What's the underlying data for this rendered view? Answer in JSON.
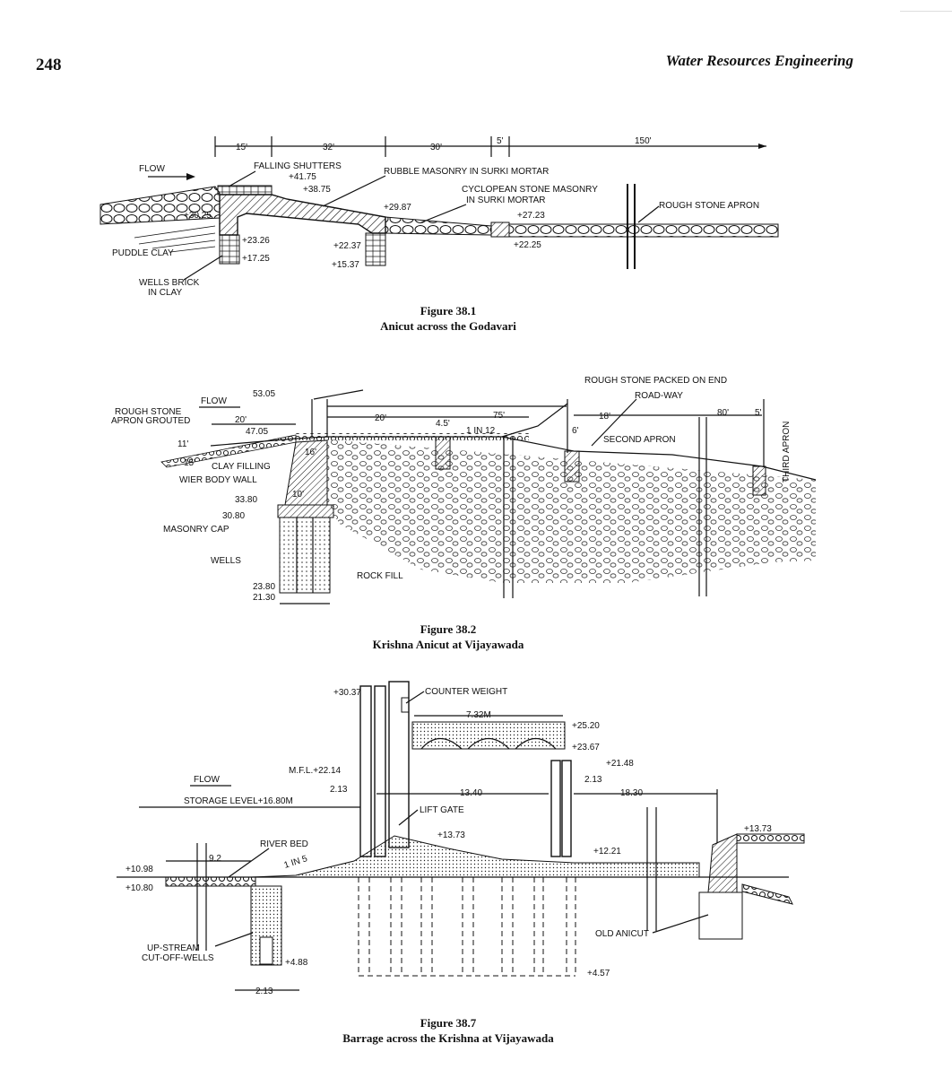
{
  "page": {
    "number": "248",
    "running_title": "Water Resources Engineering"
  },
  "fig1": {
    "caption_number": "Figure 38.1",
    "caption_title": "Anicut across the Godavari",
    "dimensions": [
      "15'",
      "32'",
      "30'",
      "5'",
      "150'"
    ],
    "labels": {
      "flow": "FLOW",
      "falling_shutters": "FALLING SHUTTERS",
      "rubble": "RUBBLE MASONRY IN SURKI MORTAR",
      "cyclopean_1": "CYCLOPEAN STONE MASONRY",
      "cyclopean_2": "IN SURKI MORTAR",
      "rough_apron": "ROUGH STONE APRON",
      "puddle_clay": "PUDDLE CLAY",
      "wells_1": "WELLS BRICK",
      "wells_2": "IN CLAY"
    },
    "levels": [
      "+41.75",
      "+38.75",
      "+30.25",
      "+23.26",
      "+17.25",
      "+29.87",
      "+22.37",
      "+15.37",
      "+27.23",
      "+22.25"
    ]
  },
  "fig2": {
    "caption_number": "Figure 38.2",
    "caption_title": "Krishna Anicut at Vijayawada",
    "dimensions": [
      "20'",
      "20'",
      "4.5'",
      "75'",
      "18'",
      "6'",
      "80'",
      "5'",
      "11'",
      "15'",
      "10'",
      "16'"
    ],
    "labels": {
      "rough_packed": "ROUGH STONE PACKED ON END",
      "road_way": "ROAD-WAY",
      "flow": "FLOW",
      "rough_grouted_1": "ROUGH STONE",
      "rough_grouted_2": "APRON GROUTED",
      "slope": "1 IN 12",
      "second_apron": "SECOND APRON",
      "third_apron": "THIRD APRON",
      "clay_filling": "CLAY FILLING",
      "wier_wall": "WIER BODY WALL",
      "masonry_cap": "MASONRY CAP",
      "wells": "WELLS",
      "rock_fill": "ROCK FILL"
    },
    "levels": [
      "53.05",
      "47.05",
      "33.80",
      "30.80",
      "23.80",
      "21.30"
    ]
  },
  "fig7": {
    "caption_number": "Figure 38.7",
    "caption_title": "Barrage across the Krishna at Vijayawada",
    "dimensions": [
      "7.32M",
      "2.13",
      "13.40",
      "2.13",
      "18.30",
      "9.2",
      "2.13"
    ],
    "labels": {
      "counter_weight": "COUNTER WEIGHT",
      "mfl": "M.F.L.+22.14",
      "flow": "FLOW",
      "storage_level": "STORAGE LEVEL+16.80M",
      "lift_gate": "LIFT GATE",
      "river_bed": "RIVER BED",
      "slope": "1 IN 5",
      "cutoff_1": "UP-STREAM",
      "cutoff_2": "CUT-OFF-WELLS",
      "old_anicut": "OLD ANICUT"
    },
    "levels": [
      "+30.37",
      "+25.20",
      "+23.67",
      "+21.48",
      "+13.73",
      "+12.21",
      "+13.73",
      "+10.98",
      "+10.80",
      "+4.88",
      "+4.57"
    ]
  }
}
